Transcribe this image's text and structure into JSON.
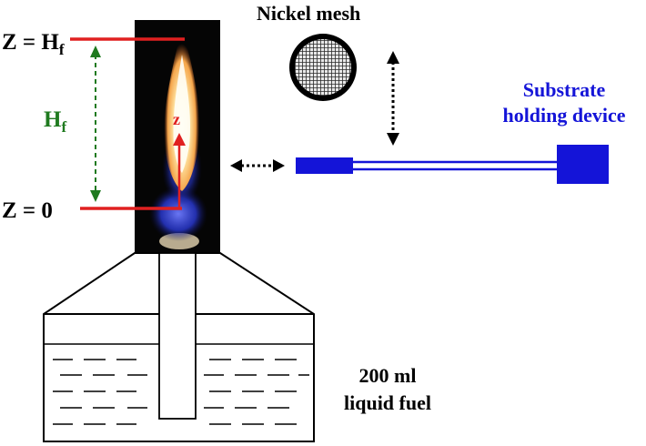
{
  "labels": {
    "z_top": "Z = H",
    "z_top_sub": "f",
    "z_bottom": "Z = 0",
    "height": "H",
    "height_sub": "f",
    "axis_z": "z",
    "mesh": "Nickel mesh",
    "substrate_line1": "Substrate",
    "substrate_line2": "holding device",
    "fuel_line1": "200 ml",
    "fuel_line2": "liquid fuel"
  },
  "colors": {
    "red": "#e02020",
    "green": "#1f7a1f",
    "blue": "#1414d8",
    "black": "#000000"
  },
  "icons": [
    "flame-image",
    "nickel-mesh-icon",
    "substrate-holder-icon",
    "burner-icon"
  ]
}
